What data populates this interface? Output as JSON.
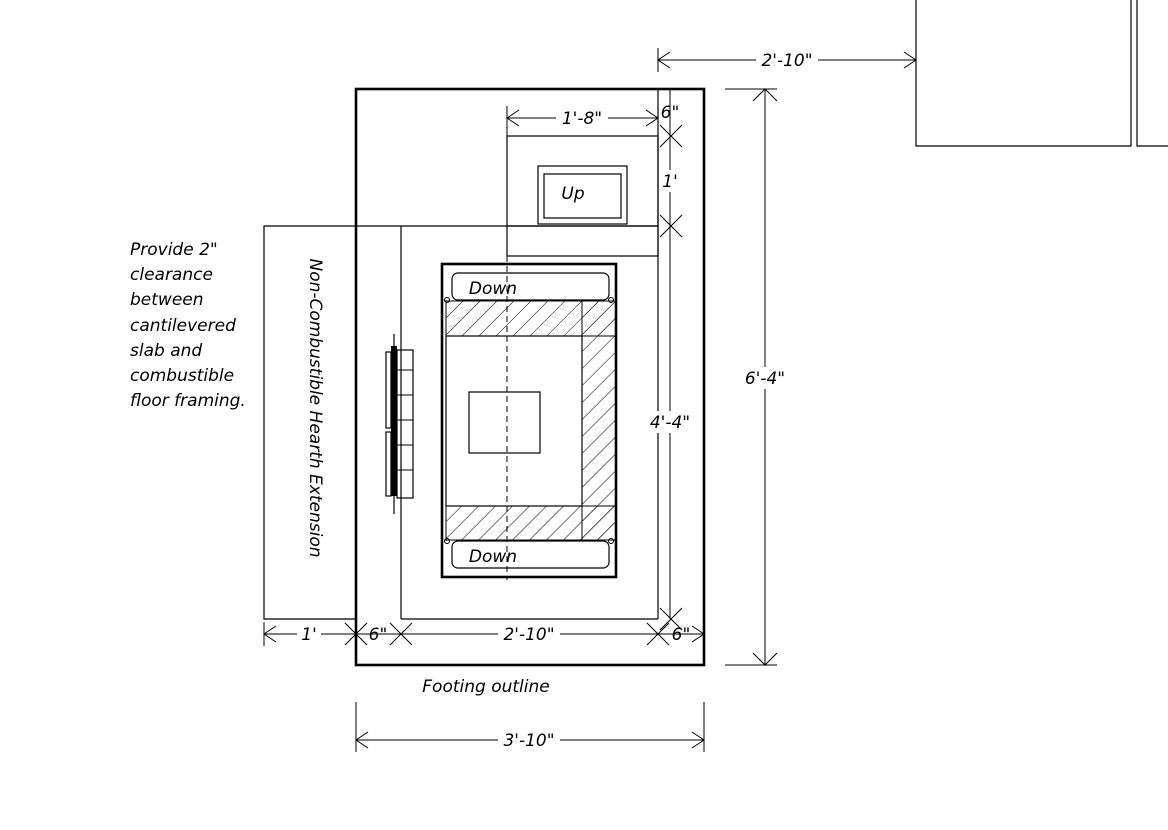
{
  "dimensions": {
    "top_offset": "2'-10\"",
    "stair_width": "1'-8\"",
    "top_gap": "6\"",
    "landing_depth": "1'",
    "overall_height": "6'-4\"",
    "inner_height": "4'-4\"",
    "hearth_depth": "1'",
    "left_gap": "6\"",
    "inner_width": "2'-10\"",
    "right_gap": "6\"",
    "overall_width": "3'-10\""
  },
  "labels": {
    "up": "Up",
    "down_top": "Down",
    "down_bottom": "Down",
    "hearth": "Non-Combustible Hearth Extension",
    "footing": "Footing outline"
  },
  "note": {
    "lines": [
      "Provide 2\"",
      "clearance",
      "between",
      "cantilevered",
      "slab and",
      "combustible",
      "floor framing."
    ]
  }
}
